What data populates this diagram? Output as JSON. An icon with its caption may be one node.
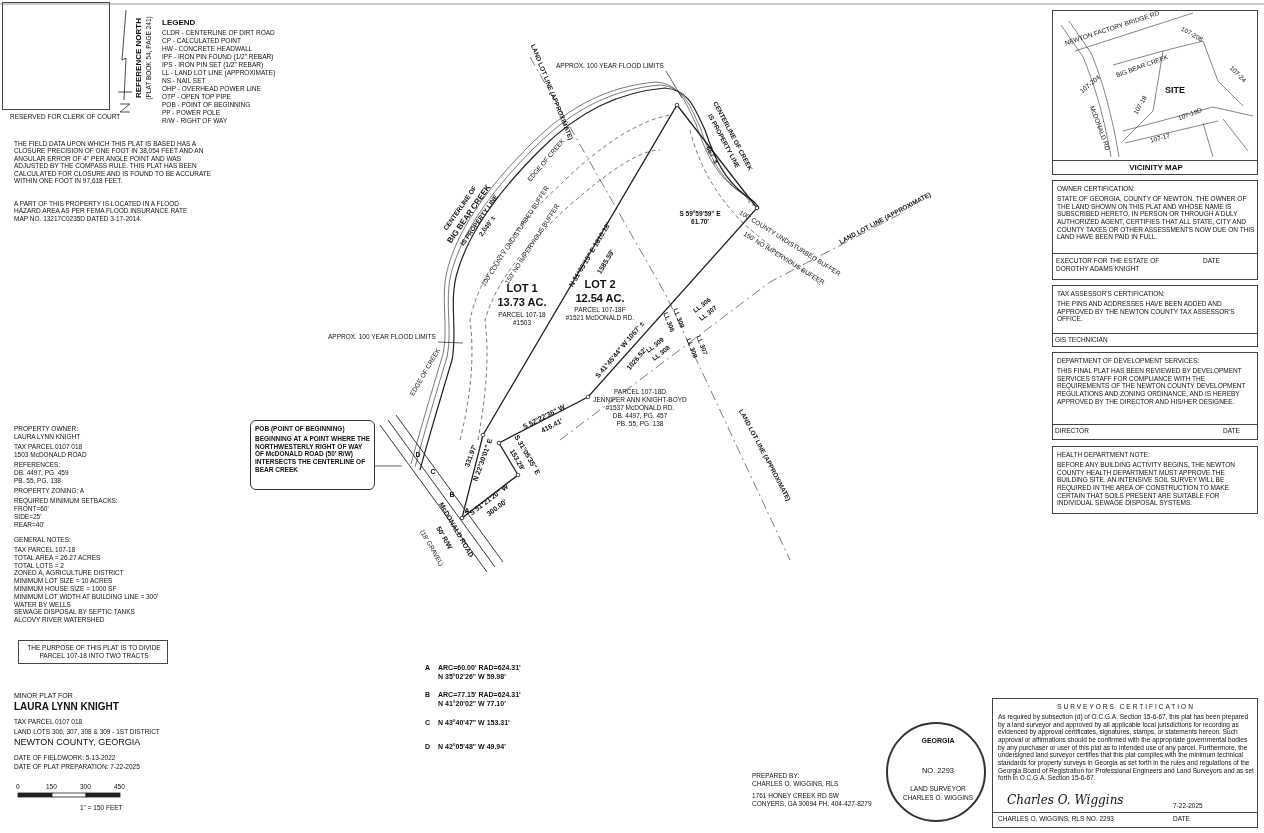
{
  "diagram": {
    "nodes": [
      {
        "text": [],
        "shape": "box",
        "beside": [
          "RESERVED FOR CLERK OF COURT"
        ]
      },
      {
        "text": [
          "POB (POINT OF BEGINNING)",
          "BEGINNING AT A POINT WHERE THE NORTHWESTERLY RIGHT OF WAY OF McDONALD ROAD (50' R/W) INTERSECTS THE CENTERLINE OF BEAR CREEK"
        ]
      },
      {
        "text": [
          "THE PURPOSE OF THIS PLAT IS TO DIVIDE PARCEL 107-18 INTO TWO TRACTS"
        ]
      },
      {
        "text": [
          "VICINITY MAP"
        ]
      },
      {
        "text": [
          "OWNER CERTIFICATION:",
          "STATE OF GEORGIA, COUNTY OF NEWTON. THE OWNER OF THE LAND SHOWN ON THIS PLAT AND WHOSE NAME IS SUBSCRIBED HERETO, IN PERSON OR THROUGH A DULY AUTHORIZED AGENT, CERTIFIES THAT ALL STATE, CITY AND COUNTY TAXES OR OTHER ASSESSMENTS NOW DUE ON THIS LAND HAVE BEEN PAID IN FULL.",
          "EXECUTOR FOR THE ESTATE OF DOROTHY ADAMS KNIGHT",
          "DATE"
        ]
      },
      {
        "text": [
          "TAX ASSESSOR'S CERTIFICATION:",
          "THE PINS AND ADDRESSES HAVE BEEN ADDED AND APPROVED BY THE NEWTON COUNTY TAX ASSESSOR'S OFFICE.",
          "GIS TECHNICIAN"
        ]
      },
      {
        "text": [
          "DEPARTMENT OF DEVELOPMENT SERVICES:",
          "THIS FINAL PLAT HAS BEEN REVIEWED BY DEVELOPMENT SERVICES STAFF FOR COMPLIANCE WITH THE REQUIREMENTS OF THE NEWTON COUNTY DEVELOPMENT REGULATIONS AND ZONING ORDINANCE, AND IS HEREBY APPROVED BY THE DIRECTOR AND HIS/HER DESIGNEE.",
          "DIRECTOR",
          "DATE"
        ]
      },
      {
        "text": [
          "HEALTH DEPARTMENT NOTE:",
          "BEFORE ANY BUILDING ACTIVITY BEGINS, THE NEWTON COUNTY HEALTH DEPARTMENT MUST APPROVE THE BUILDING SITE. AN INTENSIVE SOIL SURVEY WILL BE REQUIRED IN THE AREA OF CONSTRUCTION TO MAKE CERTAIN THAT SOILS PRESENT ARE SUITABLE FOR INDIVIDUAL SEWAGE DISPOSAL SYSTEMS."
        ]
      },
      {
        "text": [
          "SURVEYORS CERTIFICATION",
          "As required by subsection (d) of O.C.G.A. Section 15-6-67, this plat has been prepared by a land surveyor and approved by all applicable local jurisdictions for recording as evidenced by approval certificates, signatures, stamps, or statements hereon. Such approval or affirmations should be confirmed with the appropriate governmental bodies by any purchaser or user of this plat as to intended use of any parcel. Furthermore, the undersigned land surveyor certifies that this plat complies with the minimum technical standards for property surveys in Georgia as set forth in the rules and regulations of the Georgia Board of Registration for Professional Engineers and Land Surveyors and as set forth in O.C.G.A. Section 15-6-67.",
          "Charles O. Wiggins",
          "CHARLES O. WIGGINS, RLS NO. 2293",
          "7-22-2025",
          "DATE"
        ]
      },
      {
        "text": [
          "GEORGIA",
          "NO. 2293",
          "LAND SURVEYOR",
          "CHARLES O. WIGGINS"
        ]
      },
      {
        "text": [
          "APPROX. 100 YEAR FLOOD LIMITS"
        ]
      },
      {
        "text": [
          "APPROX. 100 YEAR FLOOD LIMITS"
        ]
      }
    ],
    "edges": [
      {
        "from": 1,
        "to": null,
        "arrow": "none"
      },
      {
        "from": 10,
        "to": null,
        "arrow": "none"
      },
      {
        "from": 11,
        "to": null,
        "arrow": "none"
      }
    ],
    "labels": [
      "REFERENCE NORTH",
      "(PLAT BOOK 54, PAGE 241)",
      "LEGEND",
      "CLDR - CENTERLINE OF DIRT ROAD",
      "CP - CALCULATED POINT",
      "HW - CONCRETE HEADWALL",
      "IPF - IRON PIN FOUND (1/2\" REBAR)",
      "IPS - IRON PIN SET (1/2\" REBAR)",
      "LL - LAND LOT LINE (APPROXIMATE)",
      "NS - NAIL SET",
      "OHP - OVERHEAD POWER LINE",
      "OTP - OPEN TOP PIPE",
      "POB - POINT OF BEGINNING",
      "PP - POWER POLE",
      "R/W - RIGHT OF WAY",
      "THE FIELD DATA UPON WHICH THIS PLAT IS BASED HAS A CLOSURE PRECISION OF ONE FOOT IN 38,054 FEET AND AN ANGULAR ERROR OF 4\" PER ANGLE POINT AND WAS ADJUSTED BY THE COMPASS RULE. THIS PLAT HAS BEEN CALCULATED FOR CLOSURE AND IS FOUND TO BE ACCURATE WITHIN ONE FOOT IN 97,618 FEET.",
      "A PART OF THIS PROPERTY IS LOCATED IN A FLOOD HAZARD AREA AS PER FEMA FLOOD INSURANCE RATE MAP NO. 13217C0235D DATED 3-17-2014.",
      "PROPERTY OWNER:",
      "LAURA LYNN KNIGHT",
      "TAX PARCEL 0107 018",
      "1503 McDONALD ROAD",
      "REFERENCES:",
      "DB. 4497, PG. 459",
      "PB. 55, PG. 138",
      "PROPERTY ZONING: A",
      "REQUIRED MINIMUM SETBACKS:",
      "FRONT=60'",
      "SIDE=25'",
      "REAR=40'",
      "GENERAL NOTES:",
      "TAX PARCEL 107-18",
      "TOTAL AREA = 26.27 ACRES",
      "TOTAL LOTS = 2",
      "ZONED A, AGRICULTURE DISTRICT",
      "MINIMUM LOT SIZE = 10 ACRES",
      "MINIMUM HOUSE SIZE = 1000 SF",
      "MINIMUM LOT WIDTH AT BUILDING LINE = 300'",
      "WATER BY WELLS",
      "SEWAGE DISPOSAL BY SEPTIC TANKS",
      "ALCOVY RIVER WATERSHED",
      "MINOR PLAT FOR",
      "LAURA LYNN KNIGHT",
      "TAX PARCEL 0107 018",
      "LAND LOTS 306, 307, 308 & 309 - 1ST DISTRICT",
      "NEWTON COUNTY, GEORGIA",
      "DATE OF FIELDWORK: 5-13-2022",
      "DATE OF PLAT PREPARATION: 7-22-2025",
      "0",
      "150",
      "300",
      "450",
      "1\" = 150 FEET",
      "A",
      "ARC=60.00' RAD=624.31'",
      "N 35°02'26\" W 59.98'",
      "B",
      "ARC=77.15' RAD=624.31'",
      "N 41°20'02\" W 77.10'",
      "C",
      "N 43°40'47\" W 153.31'",
      "D",
      "N 42°05'48\" W 49.94'",
      "PREPARED BY:",
      "CHARLES O. WIGGINS, RLS",
      "1761 HONEY CREEK RD SW",
      "CONYERS, GA 30094 PH. 404-427-8279",
      "LOT 1",
      "13.73 AC.",
      "PARCEL 107-18",
      "#1503",
      "LOT 2",
      "12.54 AC.",
      "PARCEL 107-18F",
      "#1521 McDONALD RD.",
      "N 31°05'15\" E 1610.18'",
      "1585.59'",
      "S 41°45'44\" W 1057' ±",
      "1026.52'",
      "S 52°22'36\" W",
      "416.41'",
      "S 31°05'35\" E",
      "153.29'",
      "S 51°21'20\" W",
      "300.00'",
      "N 22°30'01\" E",
      "331.97'",
      "CENTERLINE OF",
      "BIG BEAR CREEK",
      "IS PROPERTY LINE",
      "2,049' ±",
      "CENTERLINE OF CREEK",
      "IS PROPERTY LINE",
      "667' ±",
      "LAND LOT LINE (APPROXIMATE)",
      "LAND LOT LINE (APPROXIMATE)",
      "LAND LOT LINE (APPROXIMATE)",
      "McDONALD ROAD",
      "50' R/W",
      "(18' GRAVEL)",
      "PARCEL 107-18D",
      "JENNIFER ANN KNIGHT-BOYD",
      "#1537 McDONALD RD.",
      "DB. 4497, PG. 457",
      "PB. 55, PG. 138",
      "LL 306",
      "LL 309",
      "LL 306",
      "LL 307",
      "LL 309",
      "LL 308",
      "LL 307",
      "LL 308",
      "S 59°59'59\" E",
      "61.70'",
      "100' COUNTY UNDISTURBED BUFFER",
      "150' NO IMPERVIOUS BUFFER",
      "100' COUNTY UNDISTURBED BUFFER",
      "150' NO IMPERVIOUS BUFFER",
      "D",
      "C",
      "B",
      "A",
      "EDGE OF CREEK",
      "EDGE OF CREEK",
      "NEWTON FACTORY BRIDGE RD",
      "107-208",
      "107-204",
      "BIG BEAR CREEK",
      "SITE",
      "107-18",
      "107-18D",
      "107-24",
      "McDONALD RD",
      "107-17"
    ]
  }
}
